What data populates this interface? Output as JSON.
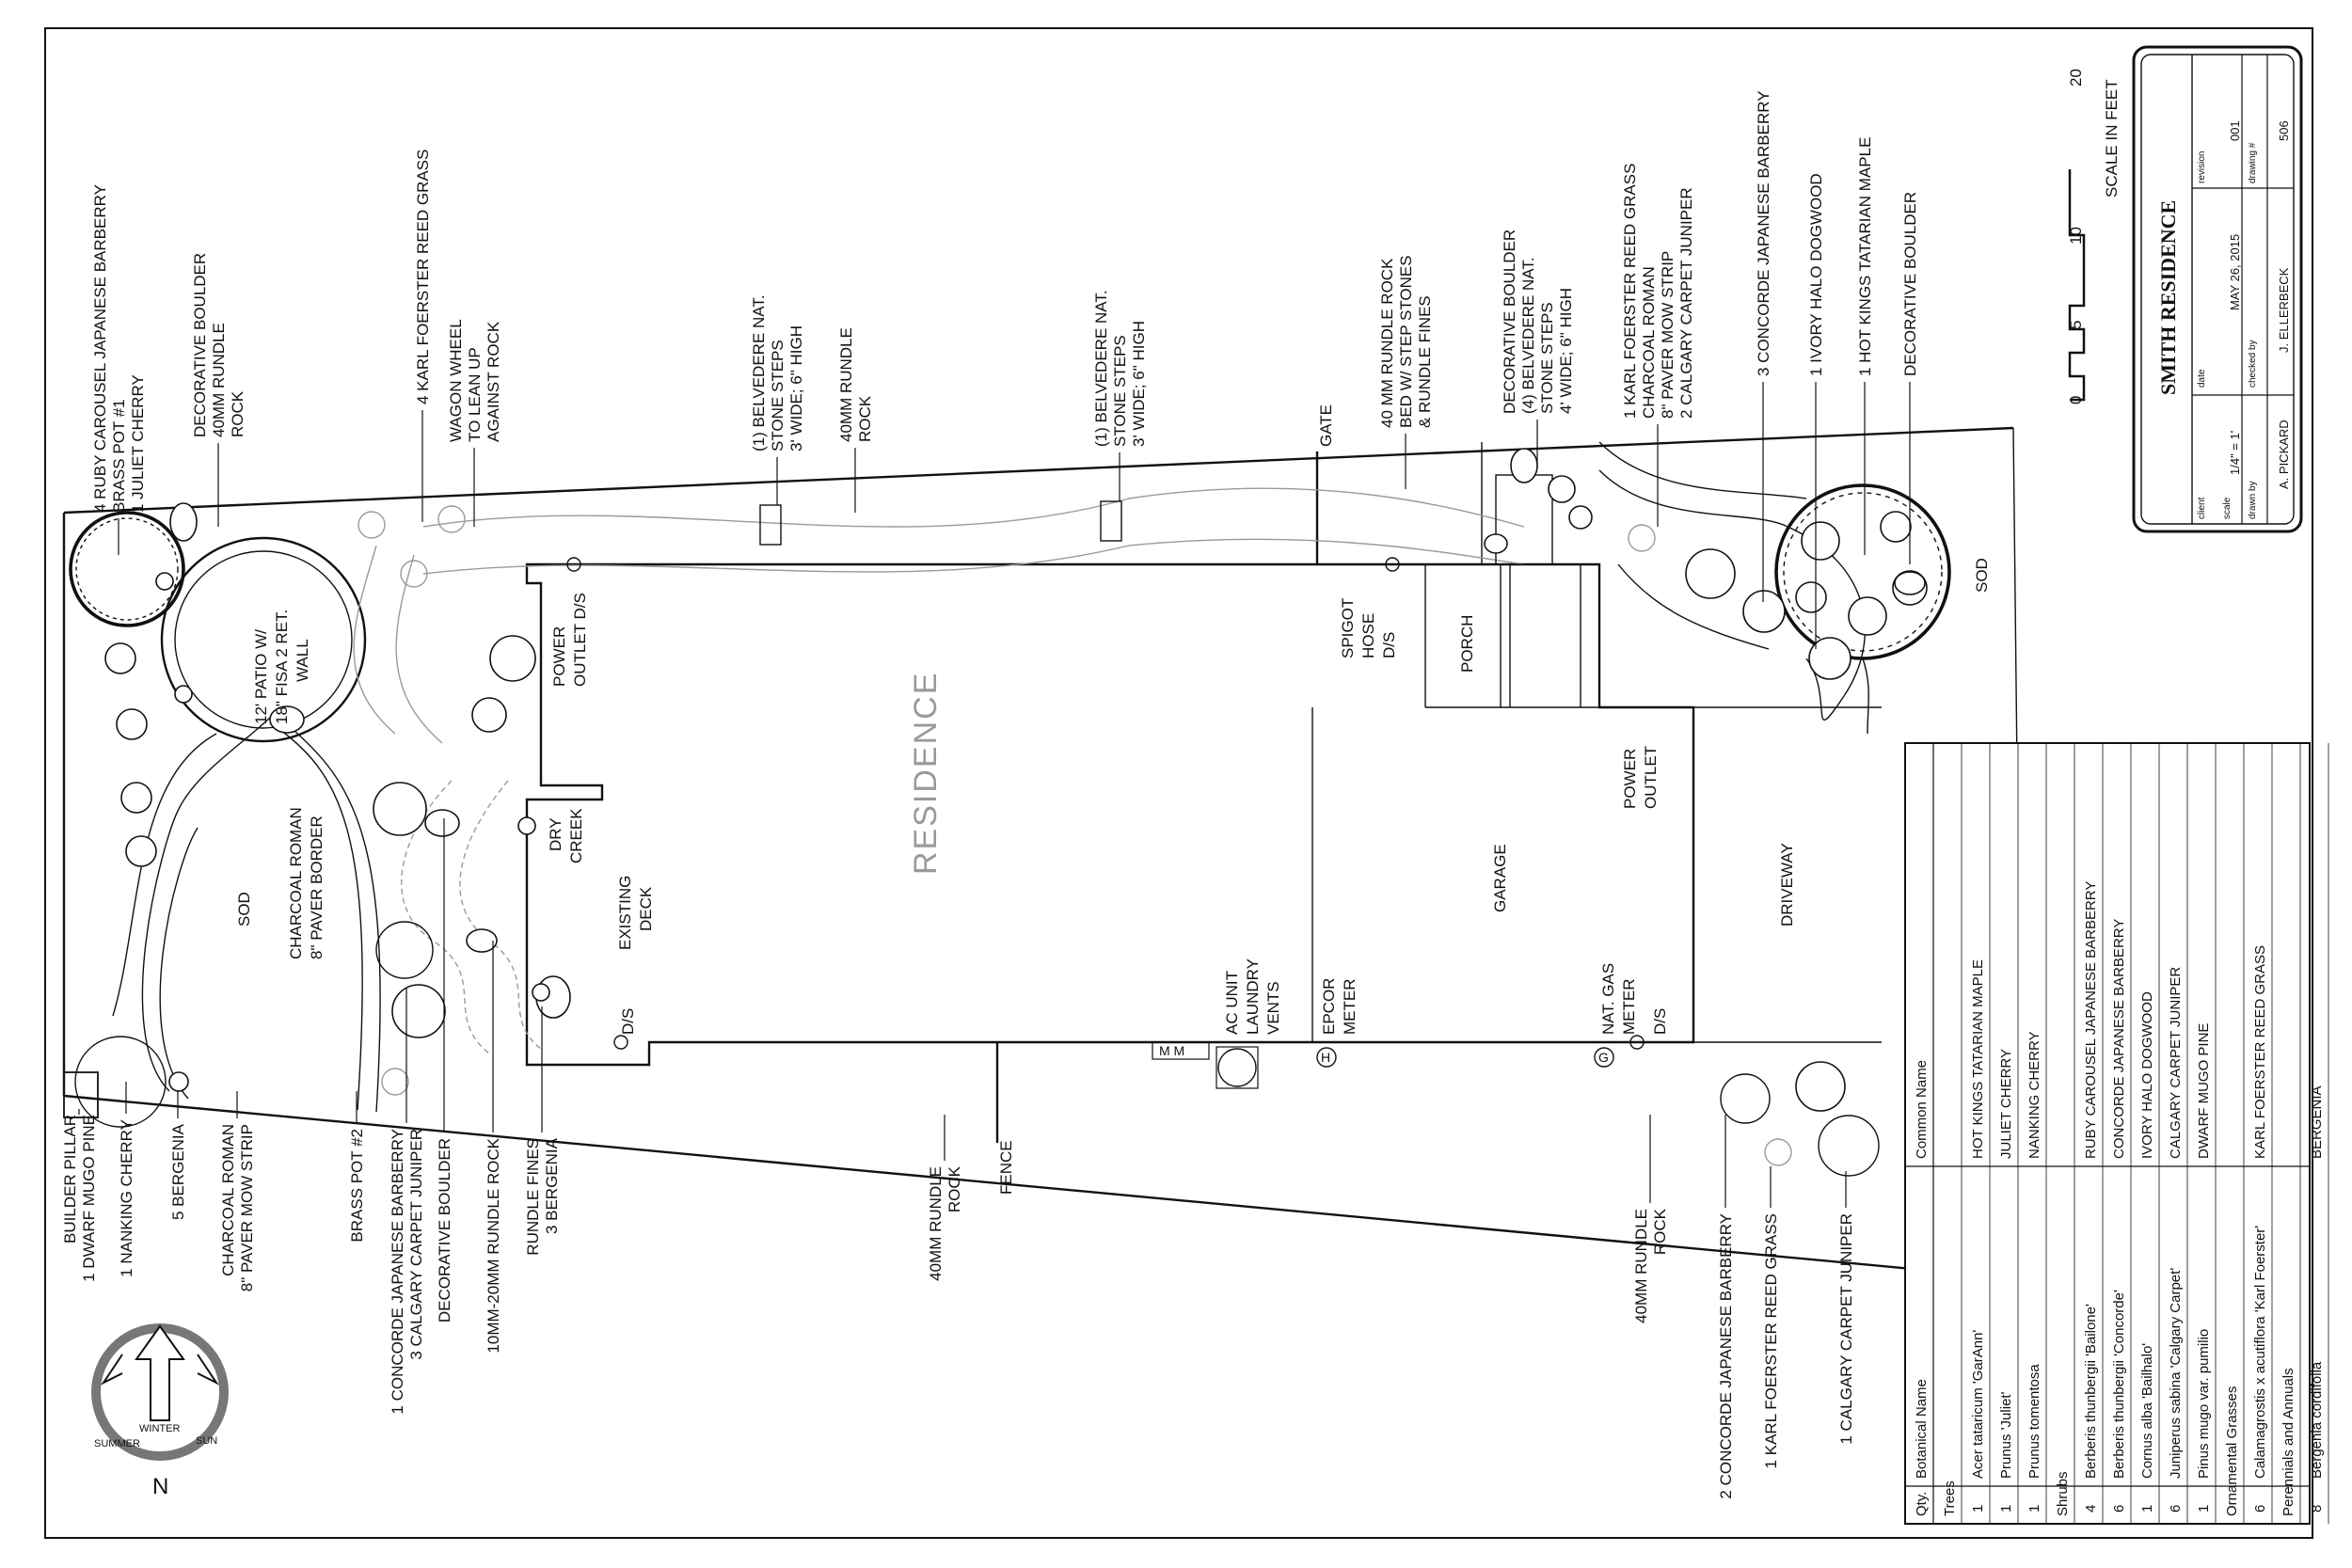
{
  "title_block": {
    "title": "SMITH RESIDENCE",
    "client_label": "client",
    "scale_label": "scale",
    "scale_value": "1/4\" = 1'",
    "date_label": "date",
    "date_value": "MAY 26, 2015",
    "revision_label": "revision",
    "revision_value": "001",
    "drawn_by_label": "drawn by",
    "drawn_by_value": "A. PICKARD",
    "checked_by_label": "checked by",
    "checked_by_value": "J. ELLERBECK",
    "drawing_label": "drawing #",
    "drawing_value": "506"
  },
  "scale_bar": {
    "ticks": [
      "0",
      "5",
      "10",
      "20"
    ],
    "caption": "SCALE IN FEET"
  },
  "north": {
    "letter": "N",
    "winter": "WINTER",
    "summer": "SUMMER",
    "sun": "SUN"
  },
  "areas": {
    "residence": "RESIDENCE",
    "garage": "GARAGE",
    "driveway": "DRIVEWAY",
    "porch": "PORCH",
    "existing_deck": [
      "EXISTING",
      "DECK"
    ],
    "dry_creek": [
      "DRY",
      "CREEK"
    ],
    "sod_left": "SOD",
    "sod_right": "SOD",
    "gate": "GATE",
    "fence": "FENCE",
    "ac_unit": [
      "AC UNIT",
      "LAUNDRY",
      "VENTS"
    ],
    "epcor": [
      "EPCOR",
      "METER"
    ],
    "nat_gas": [
      "NAT. GAS",
      "METER"
    ],
    "ds_1": "D/S",
    "ds_2": "D/S",
    "power_outlet_1": [
      "POWER",
      "OUTLET D/S"
    ],
    "power_outlet_2": [
      "POWER",
      "OUTLET"
    ],
    "spigot": [
      "SPIGOT",
      "HOSE",
      "D/S"
    ],
    "patio": [
      "12' PATIO W/",
      "18\" FISA 2 RET.",
      "WALL"
    ],
    "charcoal_border": [
      "CHARCOAL ROMAN",
      "8\" PAVER BORDER"
    ],
    "h_marker": "H",
    "g_marker": "G",
    "mm": "M M"
  },
  "callouts_top": [
    [
      "4 RUBY CAROUSEL JAPANESE BARBERRY",
      "BRASS POT #1",
      "1 JULIET CHERRY"
    ],
    [
      "DECORATIVE BOULDER",
      "40MM RUNDLE",
      "ROCK"
    ],
    [
      "4 KARL FOERSTER REED GRASS"
    ],
    [
      "WAGON WHEEL",
      "TO LEAN UP",
      "AGAINST ROCK"
    ],
    [
      "(1) BELVEDERE NAT.",
      "STONE STEPS",
      "3' WIDE; 6\" HIGH"
    ],
    [
      "40MM RUNDLE",
      "ROCK"
    ],
    [
      "(1) BELVEDERE NAT.",
      "STONE STEPS",
      "3' WIDE; 6\" HIGH"
    ],
    [
      "40 MM RUNDLE ROCK",
      "BED W/ STEP STONES",
      "& RUNDLE FINES"
    ],
    [
      "DECORATIVE BOULDER",
      "(4) BELVEDERE NAT.",
      "STONE STEPS",
      "4' WIDE; 6\" HIGH"
    ],
    [
      "1 KARL FOERSTER REED GRASS",
      "CHARCOAL ROMAN",
      "8\" PAVER MOW STRIP",
      "2 CALGARY CARPET JUNIPER"
    ],
    [
      "3 CONCORDE JAPANESE BARBERRY"
    ],
    [
      "1 IVORY HALO DOGWOOD"
    ],
    [
      "1 HOT KINGS TATARIAN MAPLE"
    ],
    [
      "DECORATIVE BOULDER"
    ]
  ],
  "callouts_bottom": [
    [
      "BUILDER PILLAR",
      "1 DWARF MUGO PINE"
    ],
    [
      "1 NANKING CHERRY"
    ],
    [
      "5 BERGENIA"
    ],
    [
      "CHARCOAL ROMAN",
      "8\" PAVER MOW STRIP"
    ],
    [
      "BRASS POT #2"
    ],
    [
      "1 CONCORDE JAPANESE BARBERRY",
      "3 CALGARY CARPET JUNIPER"
    ],
    [
      "DECORATIVE BOULDER"
    ],
    [
      "10MM-20MM RUNDLE ROCK"
    ],
    [
      "RUNDLE FINES",
      "3 BERGENIA"
    ],
    [
      "40MM RUNDLE",
      "ROCK"
    ],
    [
      "40MM RUNDLE",
      "ROCK"
    ],
    [
      "2 CONCORDE JAPANESE BARBERRY"
    ],
    [
      "1 KARL FOERSTER REED GRASS"
    ],
    [
      "1 CALGARY CARPET JUNIPER"
    ]
  ],
  "plant_schedule": {
    "headers": {
      "qty": "Qty.",
      "botanical": "Botanical Name",
      "common": "Common Name"
    },
    "rows": [
      {
        "qty": "",
        "botanical": "Trees",
        "common": "",
        "section": true
      },
      {
        "qty": "1",
        "botanical": "Acer tataricum 'GarAnn'",
        "common": "HOT KINGS TATARIAN MAPLE"
      },
      {
        "qty": "1",
        "botanical": "Prunus 'Juliet'",
        "common": "JULIET CHERRY"
      },
      {
        "qty": "1",
        "botanical": "Prunus tomentosa",
        "common": "NANKING CHERRY"
      },
      {
        "qty": "",
        "botanical": "Shrubs",
        "common": "",
        "section": true
      },
      {
        "qty": "4",
        "botanical": "Berberis thunbergii 'Bailone'",
        "common": "RUBY CAROUSEL JAPANESE BARBERRY"
      },
      {
        "qty": "6",
        "botanical": "Berberis thunbergii 'Concorde'",
        "common": "CONCORDE JAPANESE BARBERRY"
      },
      {
        "qty": "1",
        "botanical": "Cornus alba 'Bailhalo'",
        "common": "IVORY HALO DOGWOOD"
      },
      {
        "qty": "6",
        "botanical": "Juniperus sabina 'Calgary Carpet'",
        "common": "CALGARY CARPET JUNIPER"
      },
      {
        "qty": "1",
        "botanical": "Pinus mugo var. pumilio",
        "common": "DWARF MUGO PINE"
      },
      {
        "qty": "",
        "botanical": "Ornamental Grasses",
        "common": "",
        "section": true
      },
      {
        "qty": "6",
        "botanical": "Calamagrostis x acutiflora 'Karl Foerster'",
        "common": "KARL FOERSTER REED GRASS"
      },
      {
        "qty": "",
        "botanical": "Perennials and Annuals",
        "common": "",
        "section": true
      },
      {
        "qty": "8",
        "botanical": "Bergenia cordifolia",
        "common": "BERGENIA"
      }
    ]
  }
}
